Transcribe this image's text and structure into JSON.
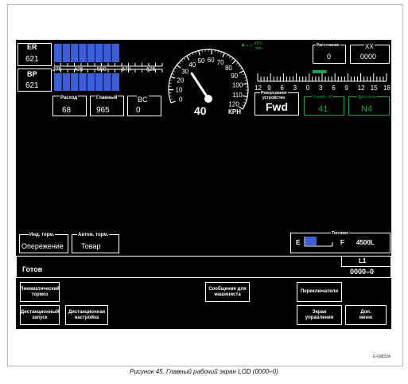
{
  "er": {
    "label": "ER",
    "value": "621"
  },
  "bp": {
    "label": "BP",
    "value": "621"
  },
  "scale": {
    "ticks": [
      "275",
      "425",
      "550",
      "675",
      "825"
    ]
  },
  "flow": {
    "label": "Расход",
    "value": "68"
  },
  "main": {
    "label": "Главный",
    "value": "965"
  },
  "bc": {
    "label": "BC",
    "value": "0"
  },
  "speed": {
    "dial_labels": [
      "0",
      "10",
      "20",
      "30",
      "40",
      "50",
      "60",
      "70",
      "80",
      "90",
      "100",
      "110",
      "120"
    ],
    "value": "40",
    "unit": "КРН",
    "rate_value": "+ 0",
    "rate_unit1": "КПЧ",
    "rate_unit2": "мин",
    "needle_value": 40,
    "max": 120
  },
  "distance": {
    "label": "Расстояние",
    "value": "0"
  },
  "xx": {
    "label": "XX",
    "value": "0000"
  },
  "reverser_scale": {
    "ticks": [
      "12",
      "9",
      "6",
      "3",
      "0",
      "3",
      "6",
      "9",
      "12",
      "15",
      "18"
    ]
  },
  "reverser": {
    "label1": "Реверсивное",
    "label2": "устройство",
    "value": "Fwd"
  },
  "effort": {
    "label": "Усилие, кН",
    "value": "41"
  },
  "throttle": {
    "label": "Дроссель",
    "value": "N4"
  },
  "lead": {
    "label": "Инд. торм.",
    "value": "Опережение"
  },
  "auto_brake": {
    "label": "Автом. торм.",
    "value": "Товар"
  },
  "fuel": {
    "label": "Топливо",
    "e": "E",
    "f": "F",
    "value": "4500L"
  },
  "status": {
    "text": "Готов",
    "l1": "L1",
    "code": "0000–0"
  },
  "buttons": {
    "pneumatic": [
      "Пневматический",
      "тормоз"
    ],
    "messages": [
      "Сообщения для",
      "машиниста"
    ],
    "switches": "Переключатели",
    "remote_start": [
      "Дистанционный",
      "запуск"
    ],
    "remote_setup": [
      "Дистанционная",
      "настройка"
    ],
    "screen_mgmt": [
      "Экран",
      "управления"
    ],
    "more_menu": [
      "Доп.",
      "меню"
    ]
  },
  "figure_code": "E-69832A",
  "caption": "Рисунок 45.  Главный рабочий экран LOD (0000–0)",
  "colors": {
    "bar": "#3a5fd8",
    "green": "#1aa34a",
    "bg": "#000000"
  }
}
